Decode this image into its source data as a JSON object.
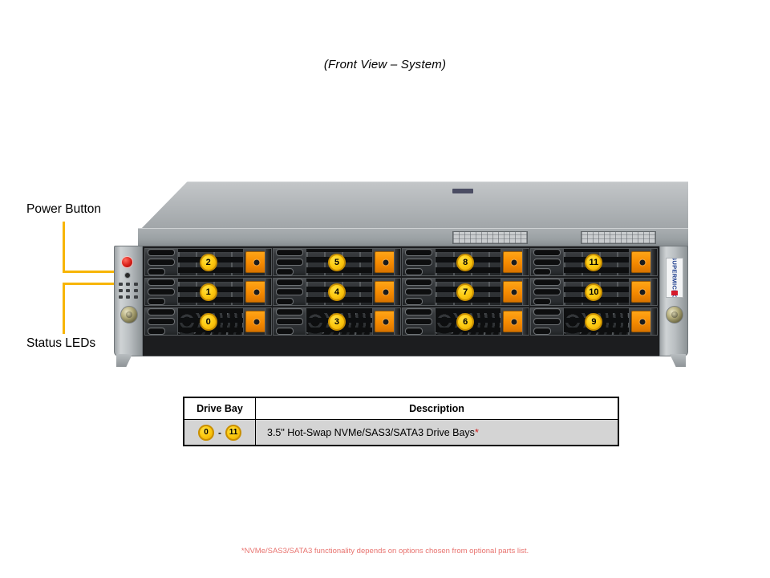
{
  "title": "(Front View – System)",
  "callouts": [
    {
      "id": "power-button",
      "label": "Power Button"
    },
    {
      "id": "status-leds",
      "label": "Status LEDs"
    }
  ],
  "chassis": {
    "brand": "SUPERMICRO",
    "drive_bays": {
      "columns": [
        {
          "trays": [
            {
              "number": "2"
            },
            {
              "number": "1"
            },
            {
              "number": "0"
            }
          ]
        },
        {
          "trays": [
            {
              "number": "5"
            },
            {
              "number": "4"
            },
            {
              "number": "3"
            }
          ]
        },
        {
          "trays": [
            {
              "number": "8"
            },
            {
              "number": "7"
            },
            {
              "number": "6"
            }
          ]
        },
        {
          "trays": [
            {
              "number": "11"
            },
            {
              "number": "10"
            },
            {
              "number": "9"
            }
          ]
        }
      ]
    }
  },
  "table": {
    "headers": {
      "bay": "Drive Bay",
      "description": "Description"
    },
    "rows": [
      {
        "bay_from": "0",
        "bay_dash": "-",
        "bay_to": "11",
        "description": "3.5\" Hot-Swap  NVMe/SAS3/SATA3 Drive  Bays",
        "description_asterisk": "*"
      }
    ]
  },
  "footnote": "*NVMe/SAS3/SATA3  functionality depends on options chosen from optional parts list.",
  "colors": {
    "leader_line": "#f7b500",
    "badge_fill": "#ffcc12",
    "latch_orange": "#f58a00",
    "footnote_red": "#e8736f",
    "brand_blue": "#1f3f8f",
    "brand_red": "#d5192b"
  }
}
